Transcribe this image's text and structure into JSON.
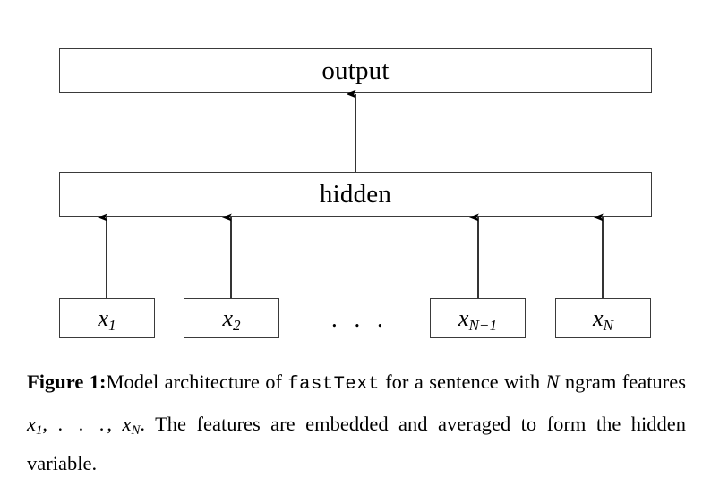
{
  "figure": {
    "nodes": {
      "output_label": "output",
      "hidden_label": "hidden",
      "inputs": [
        {
          "base": "x",
          "sub": "1",
          "name": "x-1"
        },
        {
          "base": "x",
          "sub": "2",
          "name": "x-2"
        },
        {
          "base": "x",
          "sub": "N−1",
          "name": "x-n-minus-1"
        },
        {
          "base": "x",
          "sub": "N",
          "name": "x-n"
        }
      ],
      "ellipsis": ". . ."
    },
    "arrows": [
      {
        "name": "arrow-hidden-to-output",
        "from": "hidden",
        "to": "output"
      },
      {
        "name": "arrow-x1-to-hidden",
        "from": "x-1",
        "to": "hidden"
      },
      {
        "name": "arrow-x2-to-hidden",
        "from": "x-2",
        "to": "hidden"
      },
      {
        "name": "arrow-xn1-to-hidden",
        "from": "x-n-minus-1",
        "to": "hidden"
      },
      {
        "name": "arrow-xn-to-hidden",
        "from": "x-n",
        "to": "hidden"
      }
    ],
    "colors": {
      "background": "#ffffff",
      "stroke": "#3a3a3a",
      "arrow": "#000000",
      "text": "#000000"
    }
  },
  "caption": {
    "label": "Figure 1:",
    "text_part_1": "Model architecture of ",
    "code_term": "fastText",
    "text_part_2": " for a sentence with ",
    "math_n": "N",
    "text_part_3": " ngram features ",
    "math_x1_base": "x",
    "math_x1_sub": "1",
    "math_comma_1": ", ",
    "math_dots": ". . .",
    "math_comma_2": ", ",
    "math_xn_base": "x",
    "math_xn_sub": "N",
    "text_part_4": ". The features are embedded and averaged to form the hidden variable.",
    "full_text": "Figure 1: Model architecture of fastText for a sentence with N ngram features x1, . . . , xN. The features are embedded and averaged to form the hidden variable."
  }
}
